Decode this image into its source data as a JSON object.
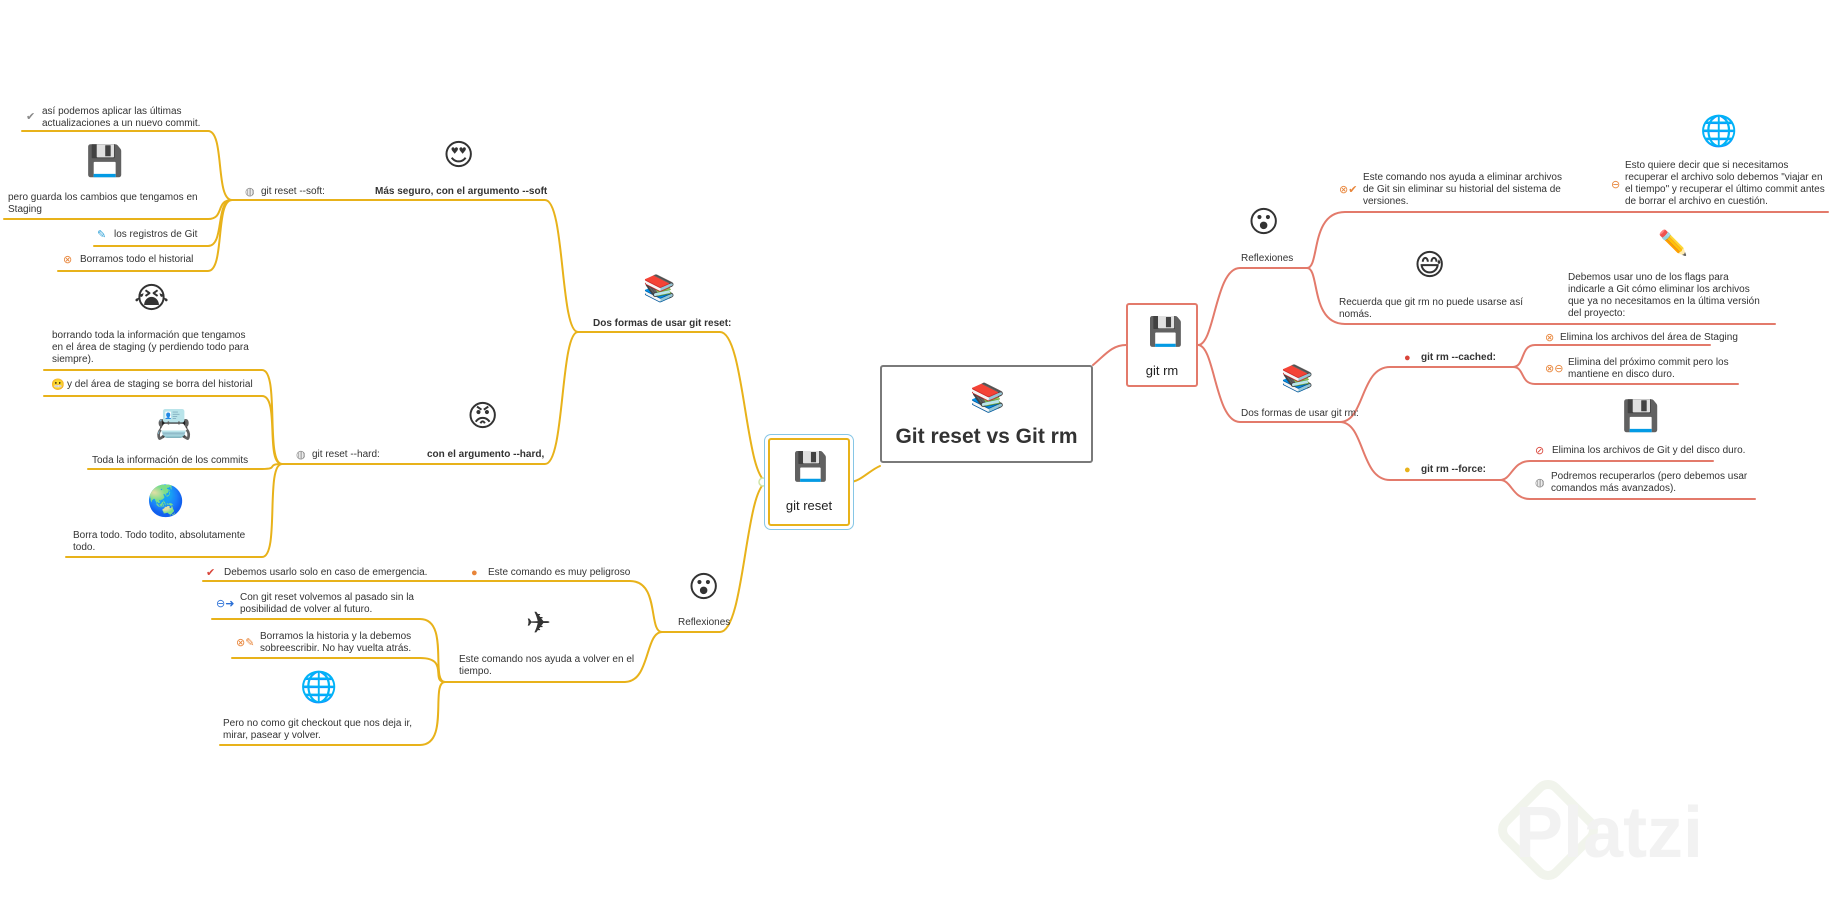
{
  "central": {
    "title": "Git reset vs Git rm",
    "icon": "books-icon"
  },
  "colors": {
    "reset_branch": "#e8b21a",
    "rm_branch": "#e37a6b",
    "selection": "#86c6e6"
  },
  "git_reset": {
    "title": "git reset",
    "dos_formas": {
      "label": "Dos formas de usar git reset:",
      "soft": {
        "label": "Más seguro, con el argumento --soft",
        "sub_label": "git reset --soft:",
        "items": [
          "así podemos aplicar las últimas actualizaciones a un nuevo commit.",
          "pero guarda los cambios que tengamos en Staging",
          "los registros de Git",
          "Borramos todo el historial"
        ]
      },
      "hard": {
        "label": "con el argumento --hard,",
        "sub_label": "git reset --hard:",
        "items": [
          "borrando toda la información que tengamos en el área de staging (y perdiendo todo para siempre).",
          "y del área de staging se borra del historial",
          "Toda la información de los commits",
          "Borra todo. Todo todito, absolutamente todo."
        ]
      }
    },
    "reflexiones": {
      "label": "Reflexiones",
      "peligroso": "Este comando es muy peligroso",
      "emergencia": "Debemos usarlo solo en caso de emergencia.",
      "volver": "Este comando nos ayuda a volver en el tiempo.",
      "volver_items": [
        "Con git reset volvemos al pasado sin la posibilidad de volver al futuro.",
        "Borramos la historia y la debemos sobreescribir. No hay vuelta atrás.",
        "Pero no como git checkout que nos deja ir, mirar, pasear y volver."
      ]
    }
  },
  "git_rm": {
    "title": "git rm",
    "reflexiones": {
      "label": "Reflexiones",
      "items": [
        "Este comando nos ayuda a eliminar archivos de Git sin eliminar su historial del sistema de versiones.",
        "Esto quiere decir que si necesitamos recuperar el archivo solo debemos \"viajar en el tiempo\" y recuperar el último commit antes de borrar el archivo en cuestión.",
        "Recuerda que git rm no puede usarse así nomás.",
        "Debemos usar uno de los flags para indicarle a Git cómo eliminar los archivos que ya no necesitamos en la última versión del proyecto:"
      ]
    },
    "dos_formas": {
      "label": "Dos formas de usar git rm:",
      "cached": {
        "label": "git rm --cached:",
        "items": [
          "Elimina los archivos del área de Staging",
          "Elimina del próximo commit pero los mantiene en disco duro."
        ]
      },
      "force": {
        "label": "git rm --force:",
        "items": [
          "Elimina los archivos de Git y del disco duro.",
          "Podremos recuperarlos (pero debemos usar comandos más avanzados)."
        ]
      }
    }
  },
  "watermark": "Platzi"
}
